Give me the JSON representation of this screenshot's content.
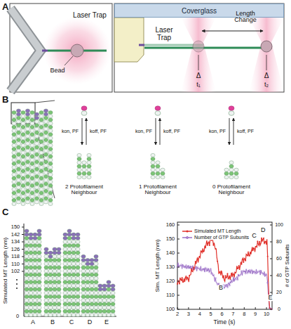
{
  "diagram": {
    "nodes": [
      {
        "text": [
          "Coverglass"
        ]
      }
    ],
    "labels": [
      "A",
      "Laser Trap",
      "Bead",
      "Laser Trap",
      "Length Change",
      "Δ",
      "Δ",
      "t₁",
      "t₂",
      "B",
      "kon, PF",
      "koff, PF",
      "kon, PF",
      "koff, PF",
      "kon, PF",
      "koff, PF",
      "2 Protofilament Neighbour",
      "1 Protofilament Neighbour",
      "0 Protofilament Neighbour",
      "C",
      "150",
      "142",
      "134",
      "126",
      "118",
      "110",
      "102",
      "0",
      "Simulated MT Length (nm)",
      "A",
      "B",
      "C",
      "D",
      "E",
      "160",
      "150",
      "140",
      "130",
      "120",
      "110",
      "100",
      "2",
      "3",
      "4",
      "5",
      "6",
      "7",
      "8",
      "9",
      "10",
      "Time (s)",
      "Sim. MT Length (nm)",
      "100",
      "80",
      "60",
      "40",
      "20",
      "0",
      "# of GTP Subunits",
      "A",
      "B",
      "C",
      "D",
      "E"
    ],
    "legend": [
      {
        "text": "Simulated MT Length"
      },
      {
        "text": "Number of GTP Subunits"
      }
    ]
  }
}
